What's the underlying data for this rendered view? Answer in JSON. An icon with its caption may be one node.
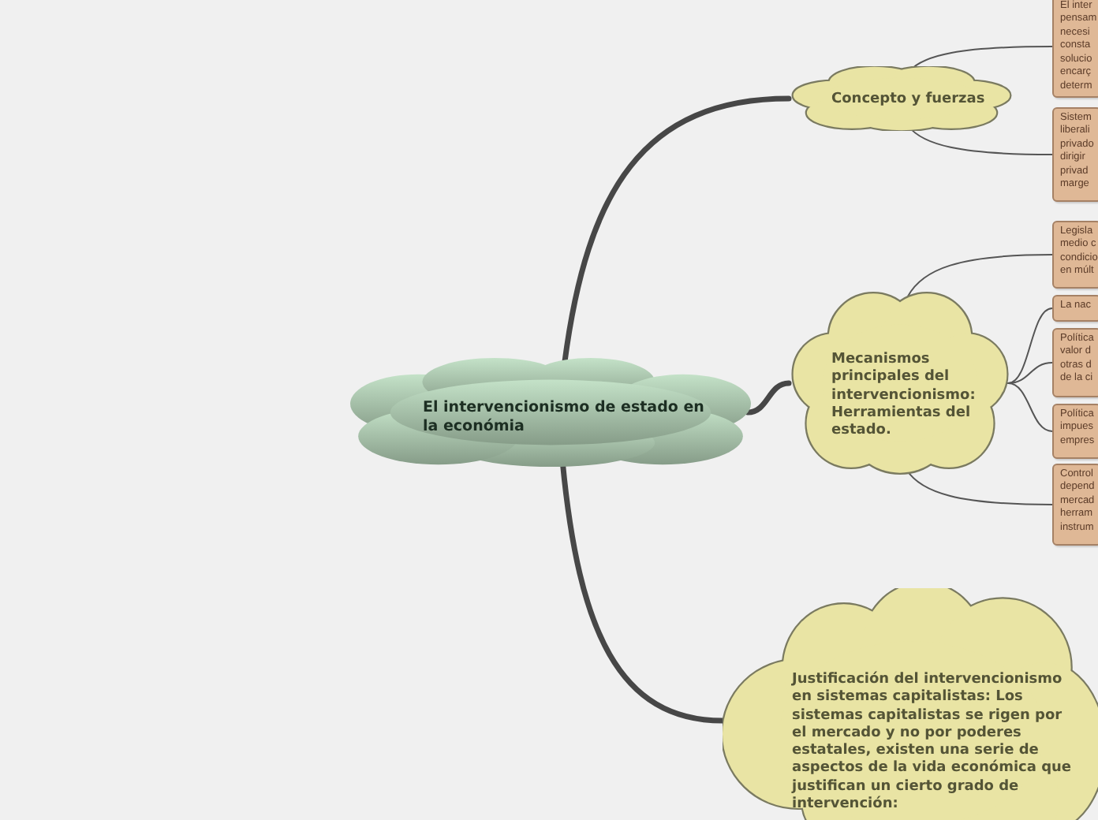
{
  "diagram": {
    "nodes": [
      {
        "text": [
          "El intervencionismo de estado en la económia"
        ]
      },
      {
        "text": [
          "Concepto y fuerzas"
        ]
      },
      {
        "text": [
          "El inter pensam necesi consta solucio encarç determ"
        ]
      },
      {
        "text": [
          "Sistem liberali privado dirigir privad marge"
        ]
      },
      {
        "text": [
          "Mecanismos principales del intervencionismo: Herramientas del estado."
        ]
      },
      {
        "text": [
          "Legisla medio c condicio en múlt"
        ]
      },
      {
        "text": [
          "La nac"
        ]
      },
      {
        "text": [
          "Política valor d otras d de la ci"
        ]
      },
      {
        "text": [
          "Política impues empres"
        ]
      },
      {
        "text": [
          "Control depend mercad herram instrum"
        ]
      },
      {
        "text": [
          "Justificación del intervencionismo en sistemas capitalistas: Los sistemas capitalistas se rigen por el mercado y no por poderes estatales, existen una serie de aspectos de la vida económica que justifican un cierto grado de intervención:"
        ]
      }
    ],
    "edges": [
      {
        "from": 0,
        "to": 1,
        "arrow": "none",
        "style": "thick"
      },
      {
        "from": 1,
        "to": 2,
        "arrow": "none"
      },
      {
        "from": 1,
        "to": 3,
        "arrow": "none"
      },
      {
        "from": 0,
        "to": 4,
        "arrow": "none",
        "style": "thick"
      },
      {
        "from": 4,
        "to": 5,
        "arrow": "none"
      },
      {
        "from": 4,
        "to": 6,
        "arrow": "none"
      },
      {
        "from": 4,
        "to": 7,
        "arrow": "none"
      },
      {
        "from": 4,
        "to": 8,
        "arrow": "none"
      },
      {
        "from": 4,
        "to": 9,
        "arrow": "none"
      },
      {
        "from": 0,
        "to": 10,
        "arrow": "none",
        "style": "thick"
      }
    ]
  }
}
